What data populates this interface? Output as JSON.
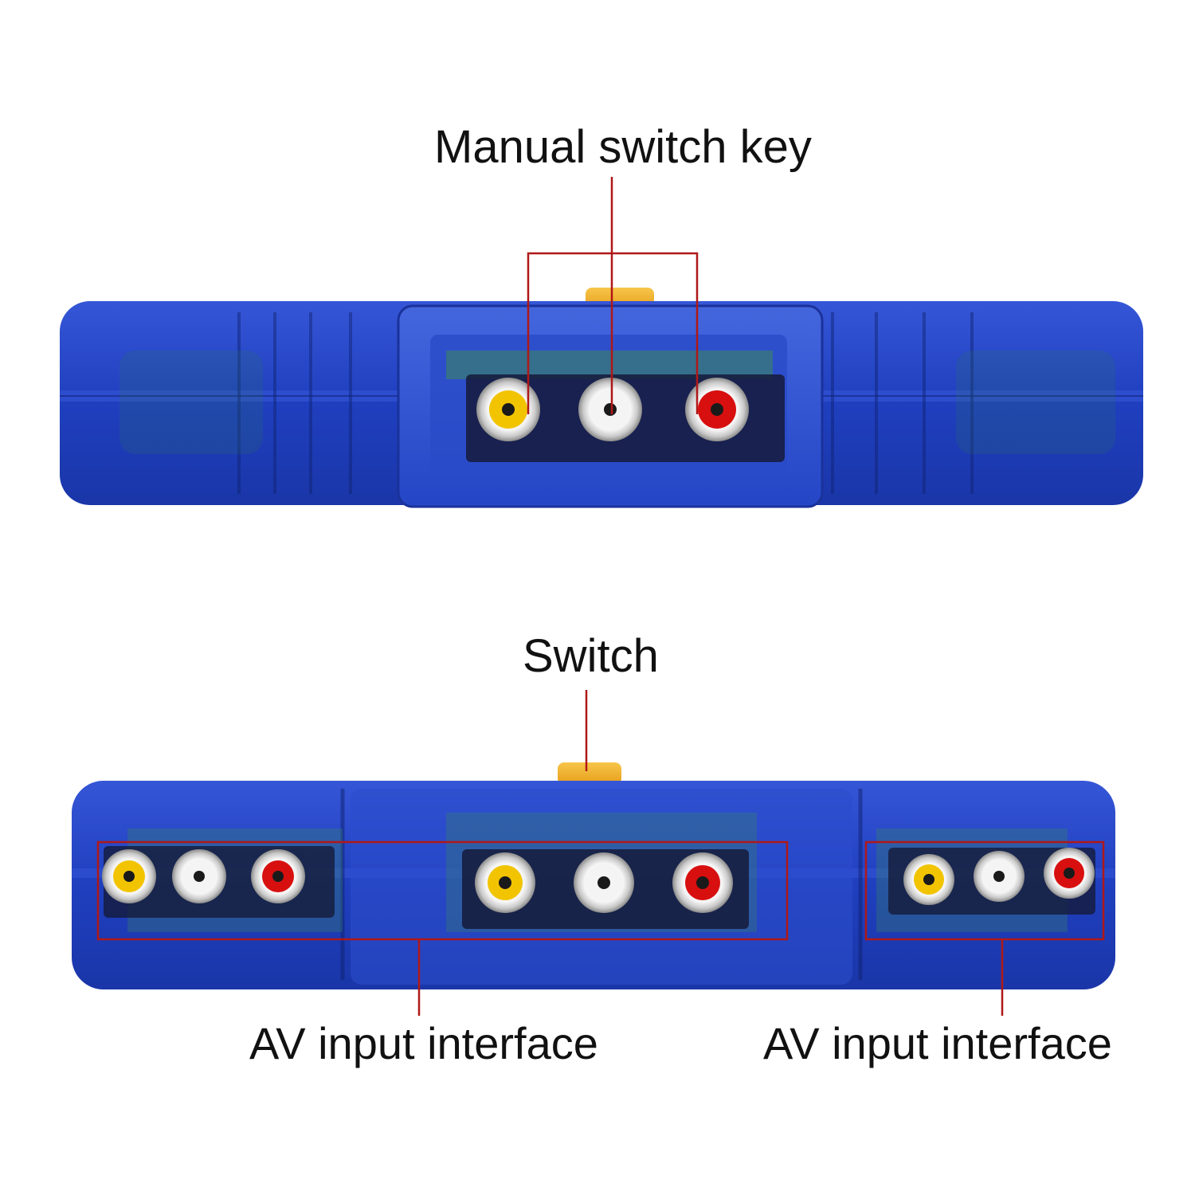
{
  "labels": {
    "manual_switch_key": "Manual switch key",
    "switch": "Switch",
    "av_input_left": "AV input interface",
    "av_input_right": "AV input interface"
  },
  "colors": {
    "body_blue": "#1f3fbf",
    "body_blue_dark": "#142a8a",
    "body_blue_light": "#4a6fe0",
    "switch_orange": "#f2b22c",
    "callout_red": "#b01818",
    "jack_yellow": "#f2c400",
    "jack_white": "#f4f4f4",
    "jack_red": "#d80f0f"
  },
  "devices": [
    {
      "name": "top-device",
      "jacks": [
        "yellow",
        "white",
        "red"
      ]
    },
    {
      "name": "bottom-device",
      "jacks": [
        "yellow",
        "white",
        "red",
        "yellow",
        "white",
        "red",
        "yellow",
        "white",
        "red"
      ]
    }
  ]
}
